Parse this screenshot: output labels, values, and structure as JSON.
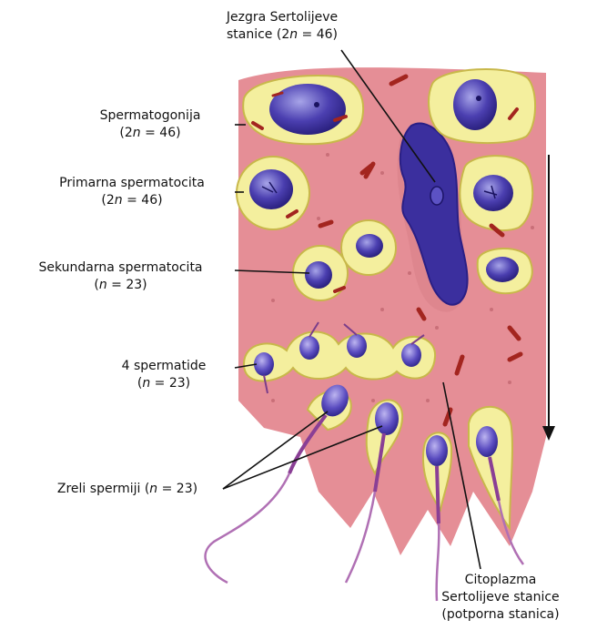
{
  "labels": {
    "sertoli_nucleus": {
      "line1": "Jezgra Sertolijeve",
      "line2_pre": "stanice (2",
      "line2_n": "n",
      "line2_post": " = 46)"
    },
    "spermatogonia": {
      "line1": "Spermatogonija",
      "line2_pre": "(2",
      "line2_n": "n",
      "line2_post": " = 46)"
    },
    "primary_spermatocyte": {
      "line1": "Primarna spermatocita",
      "line2_pre": "(2",
      "line2_n": "n",
      "line2_post": " = 46)"
    },
    "secondary_spermatocyte": {
      "line1": "Sekundarna spermatocita",
      "line2_pre": "(",
      "line2_n": "n",
      "line2_post": " = 23)"
    },
    "spermatids": {
      "line1": "4 spermatide",
      "line2_pre": "(",
      "line2_n": "n",
      "line2_post": " = 23)"
    },
    "mature_sperm": {
      "pre": "Zreli spermiji (",
      "n": "n",
      "post": " = 23)"
    },
    "sertoli_cytoplasm": {
      "line1": "Citoplazma",
      "line2": "Sertolijeve stanice",
      "line3": "(potporna stanica)"
    }
  },
  "colors": {
    "tissue": "#e58e96",
    "cell_fill": "#f4ef9e",
    "cell_edge": "#c8b84a",
    "nucleus": "#3b2f9e",
    "nucleus_light": "#8a86d8",
    "mitochondria": "#a3251f",
    "sperm_tail": "#b070b4",
    "label_line": "#111111"
  }
}
